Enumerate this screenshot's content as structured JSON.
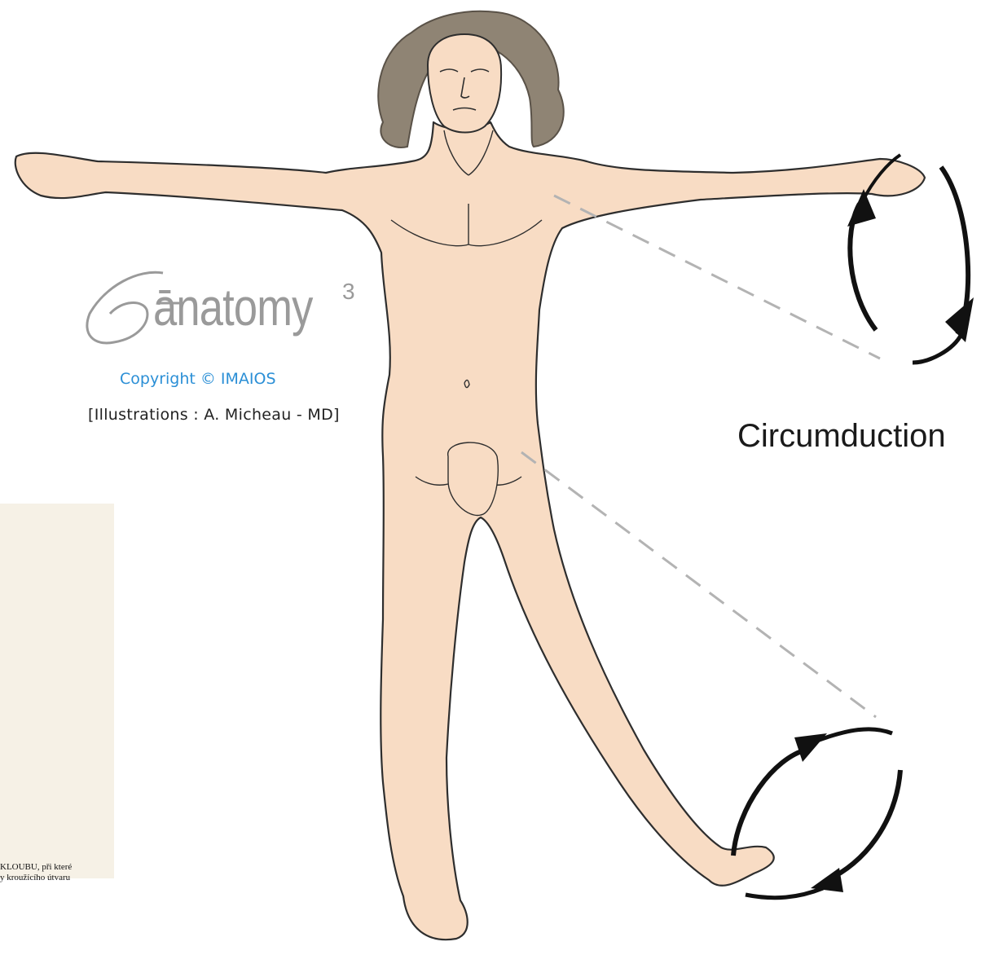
{
  "illustration": {
    "label": "Circumduction",
    "logo": {
      "text": "ānatomy",
      "superscript": "3",
      "letter": "e"
    },
    "copyright": "Copyright © IMAIOS",
    "credit": "[Illustrations : A. Micheau - MD]",
    "scan_lines": [
      "KLOUBU, při které",
      "y kroužícího útvaru"
    ],
    "colors": {
      "skin": "#f8dcc4",
      "outline": "#2e2e2e",
      "hair": "#8a7e6e",
      "arrows": "#111111",
      "dashes": "#b3b3b3",
      "logo_gray": "#9a9a9a",
      "copyright_blue": "#2b8fd6",
      "scan_paper": "#f6f1e6"
    }
  }
}
